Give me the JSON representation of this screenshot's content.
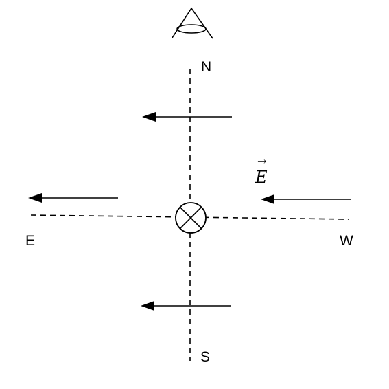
{
  "labels": {
    "north": "N",
    "south": "S",
    "east": "E",
    "west": "W"
  },
  "field_label": "E",
  "field_label_accent": "→",
  "center_symbol": "current-into-page",
  "observer_icon": "eye-icon",
  "arrows": [
    {
      "name": "field-arrow-top",
      "direction": "east"
    },
    {
      "name": "field-arrow-left",
      "direction": "east"
    },
    {
      "name": "field-arrow-right",
      "direction": "east"
    },
    {
      "name": "field-arrow-bottom",
      "direction": "east"
    }
  ],
  "colors": {
    "ink": "#000000",
    "background": "#ffffff"
  }
}
